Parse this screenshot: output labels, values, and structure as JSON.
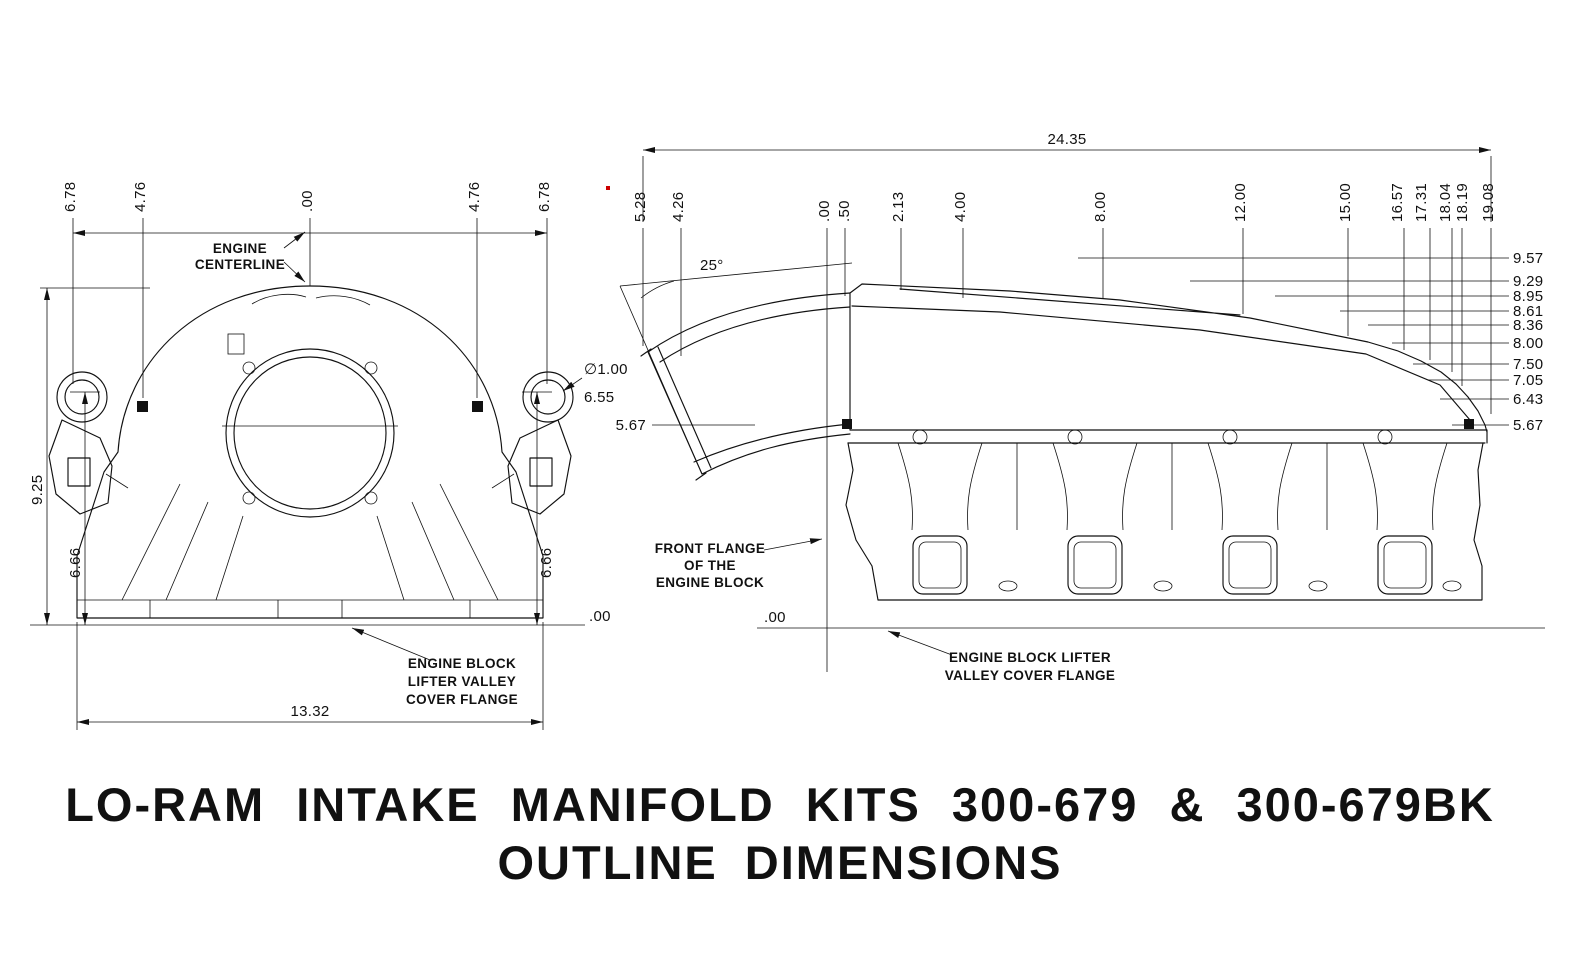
{
  "drawing": {
    "title_line1": "LO-RAM INTAKE MANIFOLD KITS 300-679 & 300-679BK",
    "title_line2": "OUTLINE DIMENSIONS"
  },
  "front_view": {
    "top_dims": [
      "6.78",
      "4.76",
      ".00",
      "4.76",
      "6.78"
    ],
    "centerline_note_line1": "ENGINE",
    "centerline_note_line2": "CENTERLINE",
    "overall_height": "9.25",
    "left_side_height": "6.66",
    "right_side_height": "6.66",
    "port_diameter": "∅1.00",
    "port_center_height": "6.55",
    "baseline_dim": ".00",
    "overall_width": "13.32",
    "flange_note_line1": "ENGINE BLOCK",
    "flange_note_line2": "LIFTER VALLEY",
    "flange_note_line3": "COVER FLANGE"
  },
  "side_view": {
    "overall_length": "24.35",
    "angle_dim": "25°",
    "top_dims": [
      "5.28",
      "4.26",
      ".00",
      ".50",
      "2.13",
      "4.00",
      "8.00",
      "12.00",
      "15.00",
      "16.57",
      "17.31",
      "18.04",
      "18.19",
      "19.08"
    ],
    "right_dims": [
      "9.57",
      "9.29",
      "8.95",
      "8.61",
      "8.36",
      "8.00",
      "7.50",
      "7.05",
      "6.43",
      "5.67"
    ],
    "left_height_dim": "5.67",
    "front_flange_note_line1": "FRONT FLANGE",
    "front_flange_note_line2": "OF THE",
    "front_flange_note_line3": "ENGINE BLOCK",
    "baseline_dim": ".00",
    "flange_note_line1": "ENGINE BLOCK LIFTER",
    "flange_note_line2": "VALLEY COVER FLANGE"
  },
  "colors": {
    "line": "#111111",
    "background": "#ffffff",
    "marker_dot": "#cc0000"
  }
}
